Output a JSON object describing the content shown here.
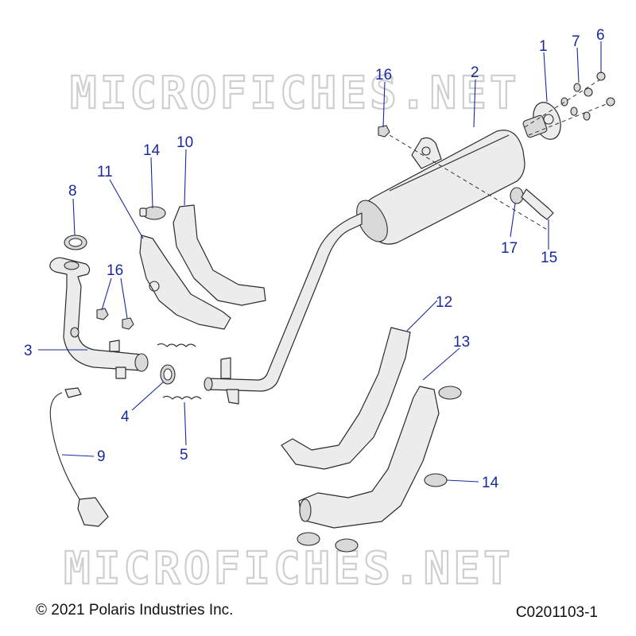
{
  "watermark_text": "MICROFICHES.NET",
  "copyright": "© 2021 Polaris Industries Inc.",
  "diagram_code": "C0201103-1",
  "callouts": {
    "c1": "1",
    "c2": "2",
    "c3": "3",
    "c4": "4",
    "c5": "5",
    "c6": "6",
    "c7": "7",
    "c8": "8",
    "c9": "9",
    "c10": "10",
    "c11": "11",
    "c12": "12",
    "c13": "13",
    "c14a": "14",
    "c14b": "14",
    "c15": "15",
    "c16a": "16",
    "c16b": "16",
    "c17": "17"
  },
  "colors": {
    "callout": "#1a2a9c",
    "watermark": "#cfcfcf"
  }
}
